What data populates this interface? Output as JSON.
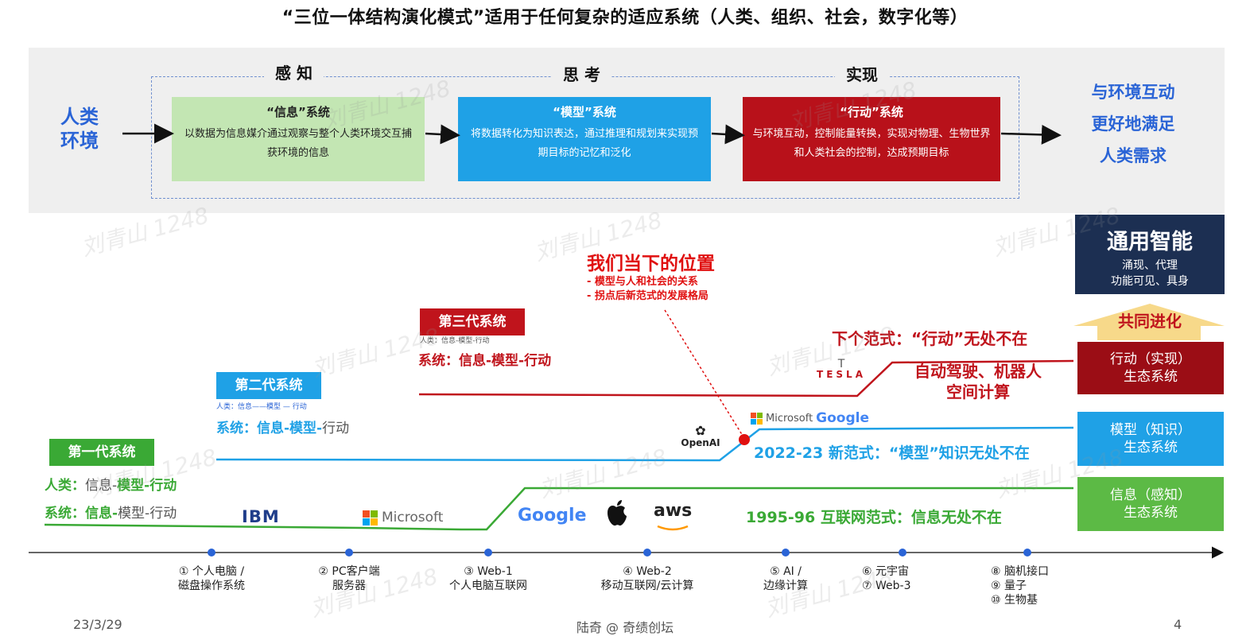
{
  "title": "“三位一体结构演化模式”适用于任何复杂的适应系统（人类、组织、社会，数字化等）",
  "stages": [
    "感 知",
    "思 考",
    "实现"
  ],
  "left_label": [
    "人类",
    "环境"
  ],
  "right_label": [
    "与环境互动",
    "更好地满足",
    "人类需求"
  ],
  "systems": [
    {
      "heading": "“信息”系统",
      "desc": "以数据为信息媒介通过观察与整个人类环境交互捕获环境的信息",
      "bg": "#c3e6b3",
      "fg": "#222222"
    },
    {
      "heading": "“模型”系统",
      "desc": "将数据转化为知识表达，通过推理和规划来实现预期目标的记忆和泛化",
      "bg": "#1fa1e6",
      "fg": "#ffffff"
    },
    {
      "heading": "“行动”系统",
      "desc": "与环境互动，控制能量转换，实现对物理、生物世界和人类社会的控制，达成预期目标",
      "bg": "#b8111a",
      "fg": "#ffffff"
    }
  ],
  "agi": {
    "title": "通用智能",
    "line1": "涌现、代理",
    "line2": "功能可见、具身"
  },
  "co_evolve": "共同进化",
  "eco": [
    {
      "line1": "行动（实现）",
      "line2": "生态系统"
    },
    {
      "line1": "模型（知识）",
      "line2": "生态系统"
    },
    {
      "line1": "信息（感知）",
      "line2": "生态系统"
    }
  ],
  "position": {
    "title": "我们当下的位置",
    "line1": "- 模型与人和社会的关系",
    "line2": "- 拐点后新范式的发展格局"
  },
  "gen1": {
    "box": "第一代系统",
    "human_prefix": "人类：",
    "human_a": "信息-",
    "human_b": "模型-行动",
    "sys_prefix": "系统：",
    "sys_a": "信息-",
    "sys_b": "模型-行动"
  },
  "gen2": {
    "box": "第二代系统",
    "tiny": "人类：信息——模型 — 行动",
    "sys_prefix": "系统：",
    "sys_a": "信息-模型-",
    "sys_b": "行动"
  },
  "gen3": {
    "box": "第三代系统",
    "tiny": "人类：信息-模型-行动",
    "sys": "系统：信息-模型-行动"
  },
  "next_paradigm": "下个范式：“行动”无处不在",
  "auto": [
    "自动驾驶、机器人",
    "空间计算"
  ],
  "paradigm_2022": "2022-23 新范式：“模型”知识无处不在",
  "paradigm_1995": "1995-96 互联网范式：信息无处不在",
  "logos": {
    "ibm": "IBM",
    "ms1": "Microsoft",
    "google1": "Google",
    "apple": "",
    "aws": "aws",
    "openai": "OpenAI",
    "ms2": "Microsoft",
    "google2": "Google",
    "tesla": "TESLA"
  },
  "ticks": [
    {
      "l1": "① 个人电脑 /",
      "l2": "磁盘操作系统",
      "l3": ""
    },
    {
      "l1": "② PC客户端",
      "l2": "服务器",
      "l3": ""
    },
    {
      "l1": "③ Web-1",
      "l2": "个人电脑互联网",
      "l3": ""
    },
    {
      "l1": "④ Web-2",
      "l2": "移动互联网/云计算",
      "l3": ""
    },
    {
      "l1": "⑤ AI /",
      "l2": "边缘计算",
      "l3": ""
    },
    {
      "l1": "⑥ 元宇宙",
      "l2": "⑦ Web-3",
      "l3": ""
    },
    {
      "l1": "⑧ 脑机接口",
      "l2": "⑨ 量子",
      "l3": "⑩ 生物基"
    }
  ],
  "watermark": "刘青山 1248",
  "footer": {
    "date": "23/3/29",
    "author": "陆奇 @ 奇绩创坛",
    "page": "4"
  },
  "colors": {
    "blue_text": "#2a64d6",
    "green": "#3aa935",
    "blue": "#1fa1e6",
    "red": "#c0141c",
    "dark_navy": "#1c2f52"
  }
}
